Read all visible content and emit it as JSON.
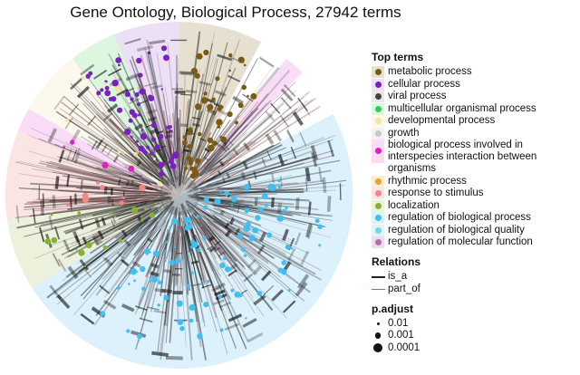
{
  "title": "Gene Ontology, Biological Process, 27942 terms",
  "legend": {
    "top_terms_title": "Top terms",
    "top_terms": [
      {
        "label": "metabolic process",
        "color": "#7a5a10",
        "bg": "#e6e0d0"
      },
      {
        "label": "cellular process",
        "color": "#7a20c0",
        "bg": "#ebe0f4"
      },
      {
        "label": "viral process",
        "color": "#444444",
        "bg": "#e8e8e8"
      },
      {
        "label": "multicellular organismal process",
        "color": "#33cc55",
        "bg": "#dcf6e0"
      },
      {
        "label": "developmental process",
        "color": "#f0e4a0",
        "bg": "#fdf8e6"
      },
      {
        "label": "growth",
        "color": "#c8c8c8",
        "bg": "#f2f2f2"
      },
      {
        "label": "biological process involved in interspecies interaction between organisms",
        "color": "#e020c0",
        "bg": "#fbdcf6"
      },
      {
        "label": "rhythmic process",
        "color": "#e8a030",
        "bg": "#fbecd4"
      },
      {
        "label": "response to stimulus",
        "color": "#f08888",
        "bg": "#fbe4e4"
      },
      {
        "label": "localization",
        "color": "#88b030",
        "bg": "#ecf1dc"
      },
      {
        "label": "regulation of biological process",
        "color": "#40c0f0",
        "bg": "#dcf1fb"
      },
      {
        "label": "regulation of biological quality",
        "color": "#70d8e8",
        "bg": "#e0f4f6"
      },
      {
        "label": "regulation of molecular function",
        "color": "#b070b0",
        "bg": "#eedcee"
      }
    ],
    "relations_title": "Relations",
    "relations": [
      {
        "label": "is_a",
        "color": "#222222"
      },
      {
        "label": "part_of",
        "color": "#e05050"
      }
    ],
    "padjust_title": "p.adjust",
    "padjust": [
      {
        "label": "0.01",
        "size": 0.01
      },
      {
        "label": "0.001",
        "size": 0.001
      },
      {
        "label": "0.0001",
        "size": 0.0001
      }
    ]
  },
  "sectors": [
    {
      "start": -30,
      "end": 28,
      "color": "#e6e0d0"
    },
    {
      "start": 28,
      "end": 38,
      "color": "#ffffff"
    },
    {
      "start": 38,
      "end": 45,
      "color": "#f9dcf6"
    },
    {
      "start": 45,
      "end": 62,
      "color": "#ffffff"
    },
    {
      "start": 62,
      "end": 238,
      "color": "#dcf1fb"
    },
    {
      "start": 238,
      "end": 262,
      "color": "#ecf1dc"
    },
    {
      "start": 262,
      "end": 292,
      "color": "#fbe4e4"
    },
    {
      "start": 292,
      "end": 300,
      "color": "#fbdcf6"
    },
    {
      "start": 300,
      "end": 322,
      "color": "#fdf8ee"
    },
    {
      "start": 322,
      "end": 338,
      "color": "#dcf6e0"
    },
    {
      "start": 338,
      "end": 360,
      "color": "#ece0f6"
    }
  ],
  "node_groups": [
    {
      "color": "#7a20c0",
      "a0": -40,
      "a1": -5,
      "count": 55
    },
    {
      "color": "#7a5a10",
      "a0": 5,
      "a1": 40,
      "count": 45
    },
    {
      "color": "#40c0f0",
      "a0": 80,
      "a1": 215,
      "count": 95
    },
    {
      "color": "#88b030",
      "a0": 232,
      "a1": 262,
      "count": 14
    },
    {
      "color": "#f08888",
      "a0": 262,
      "a1": 282,
      "count": 8
    },
    {
      "color": "#f0e4a0",
      "a0": 300,
      "a1": 330,
      "count": 10
    },
    {
      "color": "#e020c0",
      "a0": 288,
      "a1": 300,
      "count": 4
    }
  ]
}
